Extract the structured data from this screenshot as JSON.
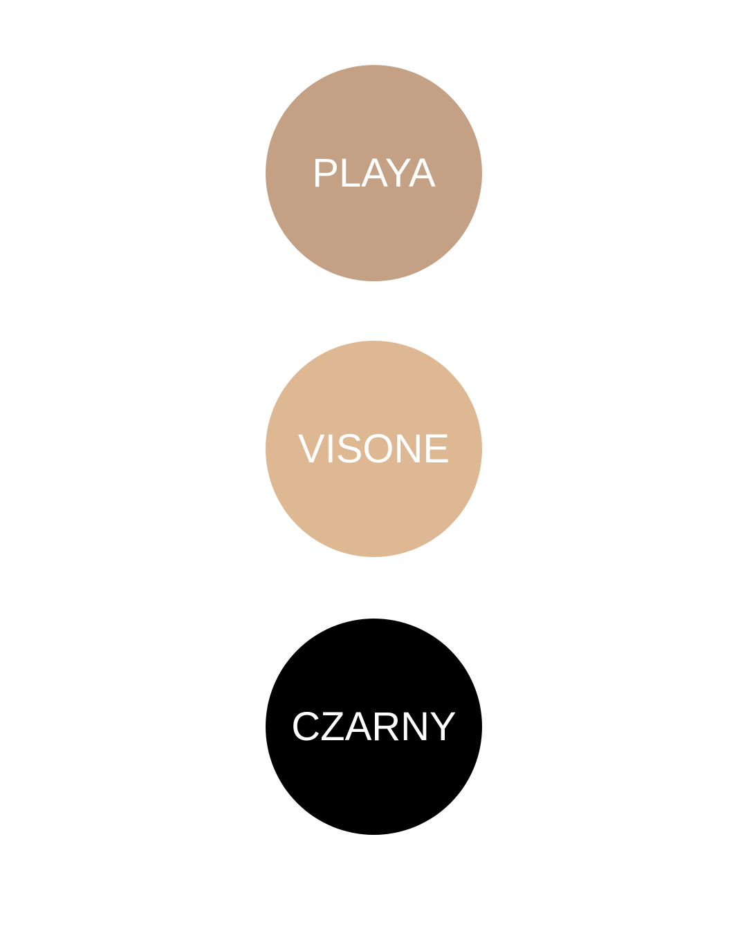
{
  "swatches": [
    {
      "label": "PLAYA",
      "color": "#c4a185"
    },
    {
      "label": "VISONE",
      "color": "#deb793"
    },
    {
      "label": "CZARNY",
      "color": "#000000"
    }
  ]
}
